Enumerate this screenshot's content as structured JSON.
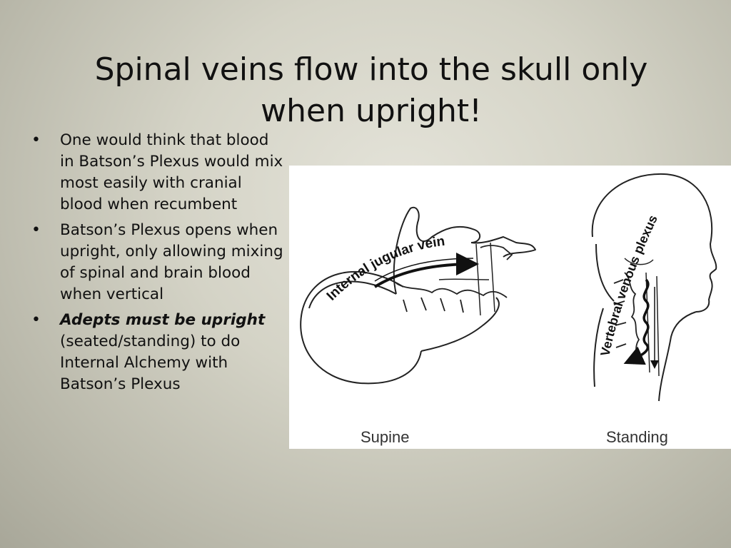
{
  "title": {
    "line1": "Spinal veins flow into the skull only",
    "line2": "when upright!"
  },
  "bullets": [
    {
      "text": "One would think that blood in Batson’s Plexus would mix most easily with cranial blood when recumbent"
    },
    {
      "text": "Batson’s Plexus opens when upright, only allowing mixing of spinal and brain blood when vertical"
    },
    {
      "emphasis": "Adepts must be upright",
      "text": " (seated/standing) to do Internal Alchemy with Batson’s Plexus"
    }
  ],
  "bullet_symbol": "•",
  "figure": {
    "label_jugular": "Internal jugular vein",
    "label_plexus": "Vertebral venous plexus",
    "caption_supine": "Supine",
    "caption_standing": "Standing"
  }
}
